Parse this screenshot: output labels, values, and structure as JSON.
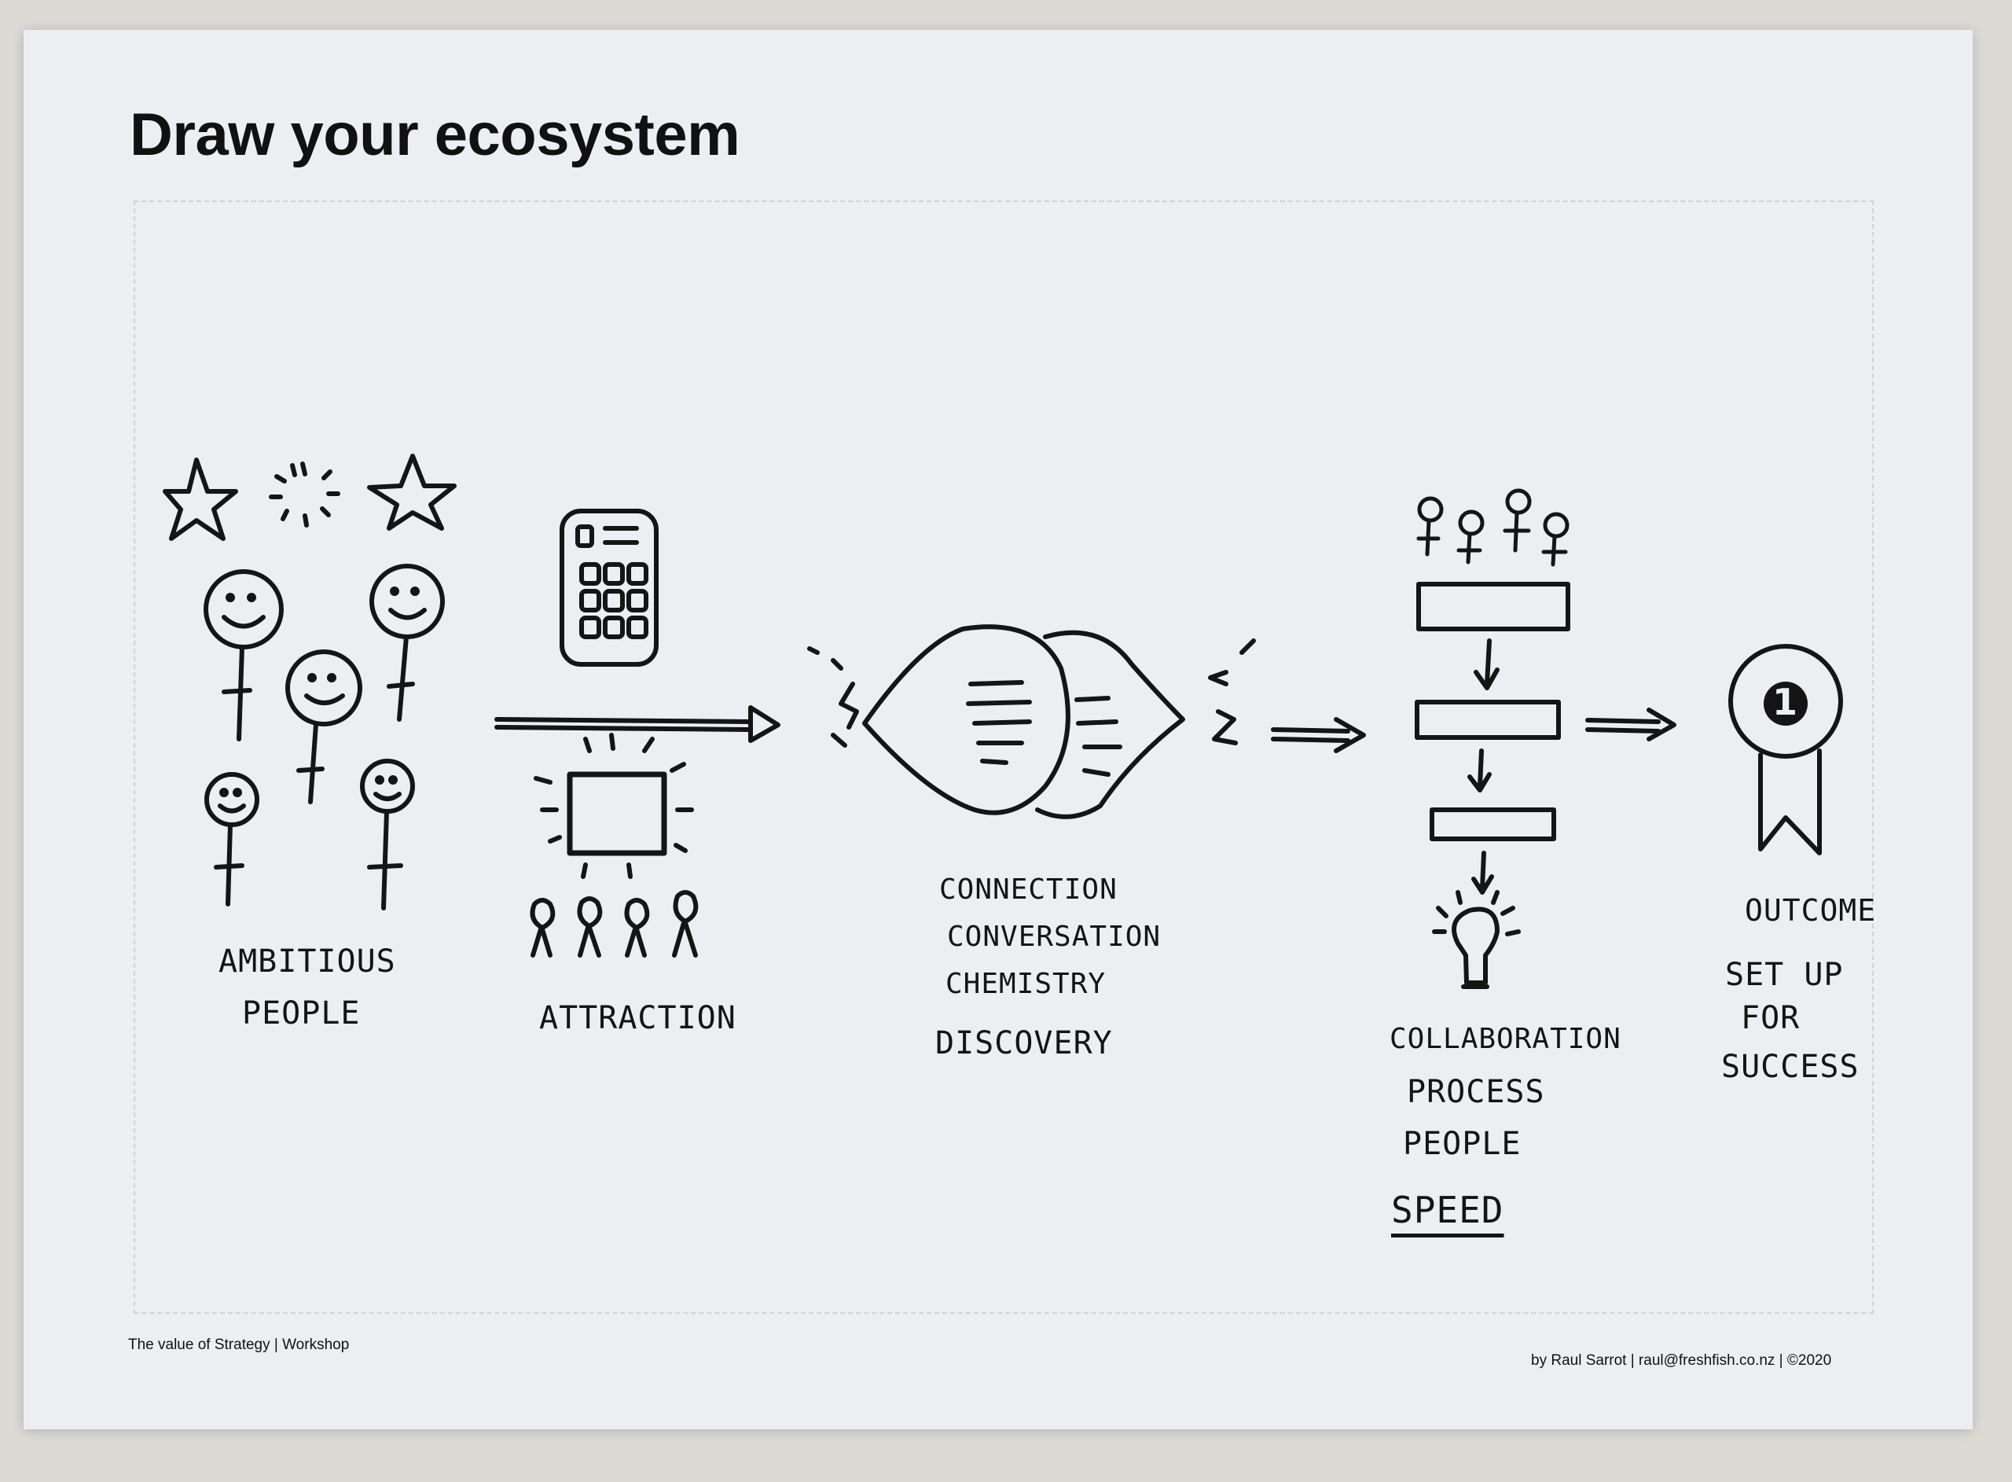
{
  "sheet": {
    "title": "Draw your ecosystem",
    "footer_left": "The value of Strategy | Workshop",
    "footer_right": "by Raul Sarrot | raul@freshfish.co.nz | ©2020"
  },
  "stages": {
    "people": {
      "label_line1": "AMBITIOUS",
      "label_line2": "PEOPLE"
    },
    "attraction": {
      "label": "ATTRACTION"
    },
    "connection": {
      "line1": "CONNECTION",
      "line2": "CONVERSATION",
      "line3": "CHEMISTRY",
      "line4": "DISCOVERY"
    },
    "collaboration": {
      "line1": "COLLABORATION",
      "line2": "PROCESS",
      "line3": "PEOPLE",
      "line4": "SPEED"
    },
    "outcome": {
      "label": "OUTCOME",
      "line1": "SET UP",
      "line2": "FOR",
      "line3": "SUCCESS",
      "medal_number": "1"
    }
  },
  "icons": [
    "star-icon",
    "sun-icon",
    "smiley-figure-icon",
    "phone-icon",
    "screen-icon",
    "audience-icon",
    "arrow-icon",
    "speech-bubbles-icon",
    "flowchart-icon",
    "lightbulb-icon",
    "medal-icon"
  ]
}
